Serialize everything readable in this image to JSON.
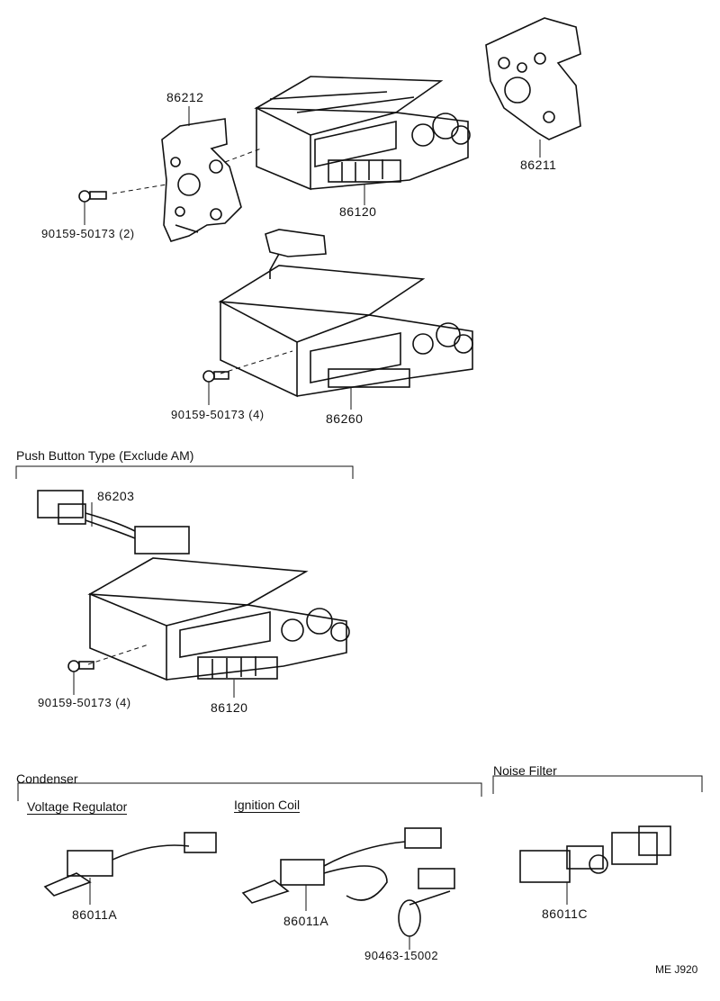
{
  "top": {
    "p86212": "86212",
    "p86211": "86211",
    "p86120": "86120",
    "p86260": "86260",
    "bolt_a": "90159-50173 (2)",
    "bolt_b": "90159-50173 (4)"
  },
  "push_button": {
    "heading": "Push Button Type (Exclude AM)",
    "p86203": "86203",
    "bolt": "90159-50173 (4)",
    "p86120": "86120"
  },
  "condenser": {
    "heading": "Condenser",
    "voltage_regulator": {
      "heading": "Voltage Regulator",
      "part": "86011A"
    },
    "ignition_coil": {
      "heading": "Ignition Coil",
      "part": "86011A",
      "tie": "90463-15002"
    }
  },
  "noise_filter": {
    "heading": "Noise Filter",
    "part": "86011C"
  },
  "code": "ME J920"
}
